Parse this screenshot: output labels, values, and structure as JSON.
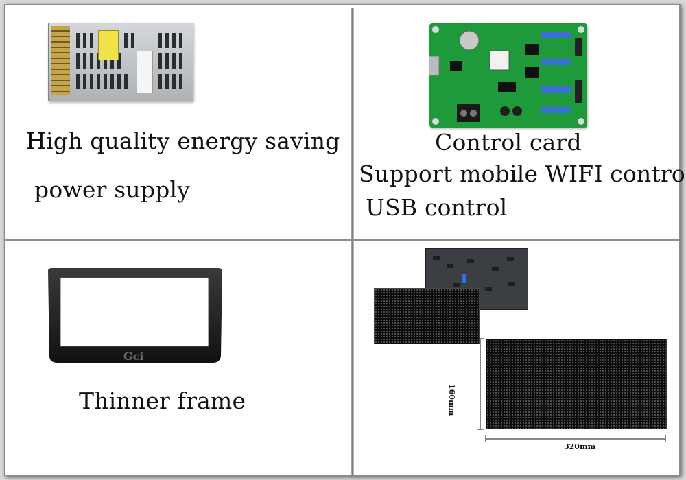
{
  "panels": {
    "power_supply": {
      "caption_line1": "High quality energy saving",
      "caption_line2": "power supply"
    },
    "control_card": {
      "title": "Control card",
      "line1": "Support mobile WIFI control,",
      "line2": "USB control"
    },
    "frame": {
      "caption": "Thinner frame"
    },
    "led_module": {
      "height_label": "160mm",
      "width_label": "320mm"
    }
  },
  "colors": {
    "background": "#ffffff",
    "text": "#111111",
    "pcb_green": "#1f9a3a",
    "psu_caution_yellow": "#f2e24a"
  }
}
